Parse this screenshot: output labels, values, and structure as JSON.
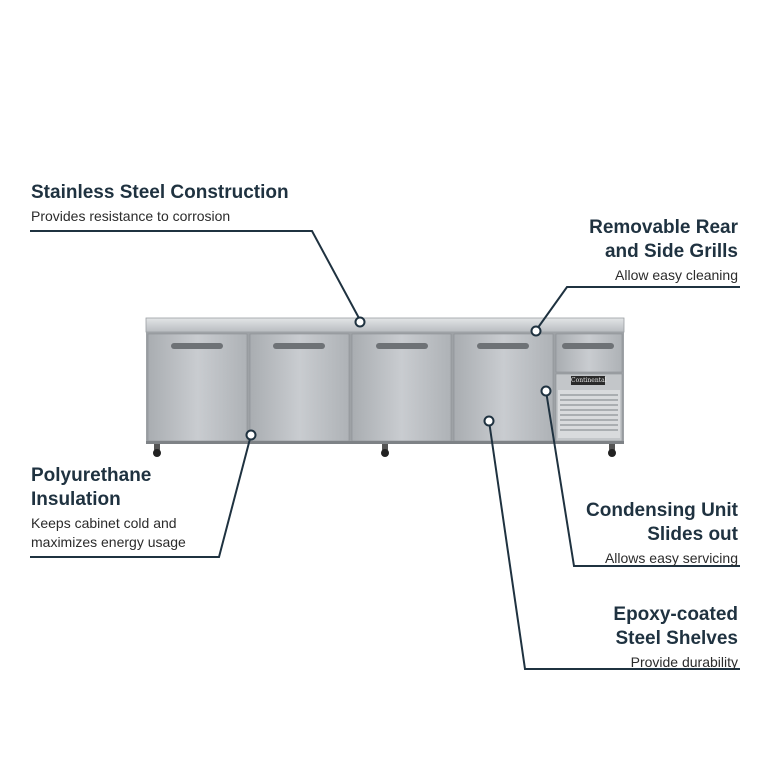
{
  "callouts": {
    "stainless_steel": {
      "title": "Stainless Steel Construction",
      "desc": "Provides resistance to corrosion"
    },
    "grills": {
      "title_line1": "Removable Rear",
      "title_line2": "and Side Grills",
      "desc": "Allow easy cleaning"
    },
    "insulation": {
      "title_line1": "Polyurethane",
      "title_line2": "Insulation",
      "desc_line1": "Keeps cabinet cold and",
      "desc_line2": "maximizes energy usage"
    },
    "condensing": {
      "title_line1": "Condensing Unit",
      "title_line2": "Slides out",
      "desc": "Allows easy servicing"
    },
    "shelves": {
      "title_line1": "Epoxy-coated",
      "title_line2": "Steel Shelves",
      "desc": "Provide durability"
    }
  },
  "product": {
    "brand": "Continental",
    "door_count": 4,
    "drawer_count": 1
  },
  "colors": {
    "text": "#1f3240",
    "line": "#1f3240",
    "steel": "#b9bdc1"
  }
}
